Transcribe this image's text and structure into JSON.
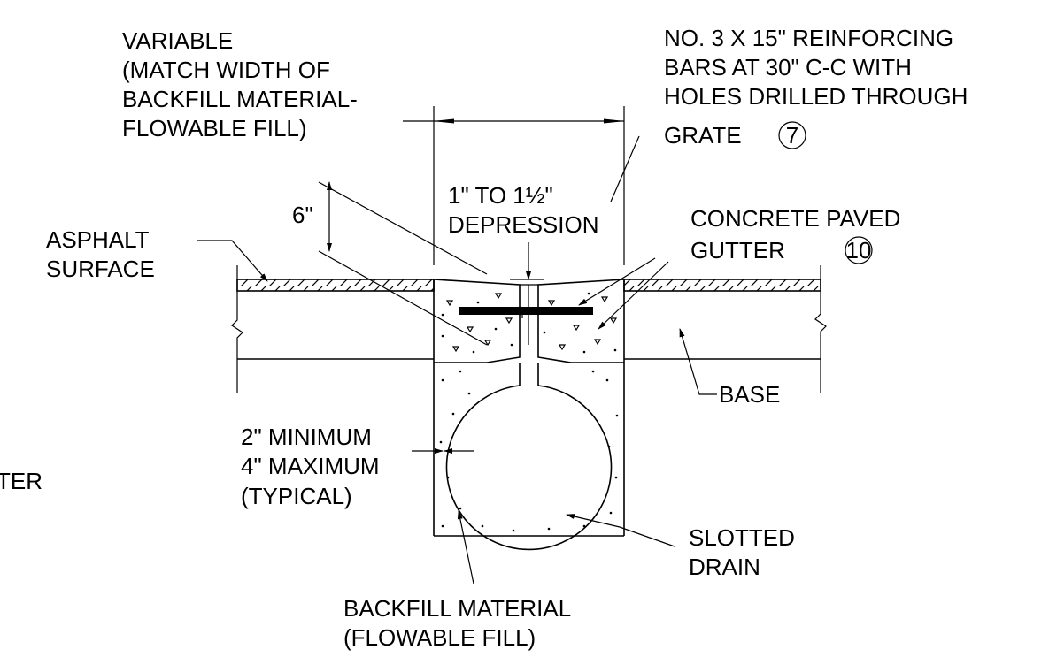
{
  "labels": {
    "variable": [
      "VARIABLE",
      "(MATCH WIDTH OF",
      "BACKFILL MATERIAL-",
      "FLOWABLE FILL)"
    ],
    "reinforcing": [
      "NO. 3 X 15\" REINFORCING",
      "BARS AT 30\" C-C WITH",
      "HOLES  DRILLED THROUGH",
      "GRATE"
    ],
    "reinforcing_ref": "7",
    "six_inch": "6\"",
    "depression": [
      "1\" TO 1½\"",
      "DEPRESSION"
    ],
    "concrete_gutter": [
      "CONCRETE PAVED",
      "GUTTER"
    ],
    "concrete_gutter_ref": "10",
    "asphalt": [
      "ASPHALT",
      "SURFACE"
    ],
    "base": "BASE",
    "clearance": [
      "2\" MINIMUM",
      "4\" MAXIMUM",
      "(TYPICAL)"
    ],
    "partial_left": "TER",
    "slotted_drain": [
      "SLOTTED",
      "DRAIN"
    ],
    "backfill": [
      "BACKFILL MATERIAL",
      "(FLOWABLE FILL)"
    ]
  }
}
